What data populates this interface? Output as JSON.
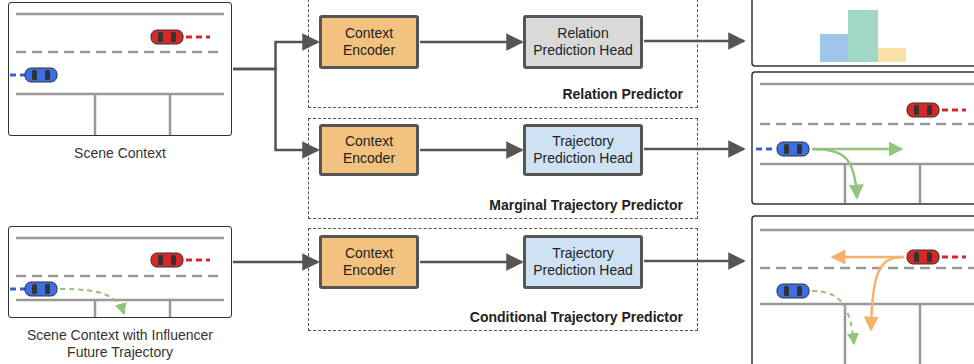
{
  "diagram": {
    "nodes": [
      {
        "text": [
          "Scene Context"
        ]
      },
      {
        "text": [
          "Scene Context with Influencer Future Trajectory"
        ]
      },
      {
        "text": [
          "Relation Predictor"
        ]
      },
      {
        "text": [
          "Context Encoder"
        ],
        "in": 2
      },
      {
        "text": [
          "Relation Prediction Head"
        ],
        "in": 2
      },
      {
        "text": [
          "Marginal Trajectory Predictor"
        ]
      },
      {
        "text": [
          "Context Encoder"
        ],
        "in": 5
      },
      {
        "text": [
          "Trajectory Prediction Head"
        ],
        "in": 5
      },
      {
        "text": [
          "Conditional Trajectory Predictor"
        ]
      },
      {
        "text": [
          "Context Encoder"
        ],
        "in": 8
      },
      {
        "text": [
          "Trajectory Prediction Head"
        ],
        "in": 8
      }
    ],
    "edges": [
      {
        "from": 0,
        "to": 3,
        "arrow": "to"
      },
      {
        "from": 0,
        "to": 6,
        "arrow": "to"
      },
      {
        "from": 1,
        "to": 9,
        "arrow": "to"
      },
      {
        "from": 3,
        "to": 4,
        "arrow": "to"
      },
      {
        "from": 6,
        "to": 7,
        "arrow": "to"
      },
      {
        "from": 9,
        "to": 10,
        "arrow": "to"
      }
    ]
  }
}
